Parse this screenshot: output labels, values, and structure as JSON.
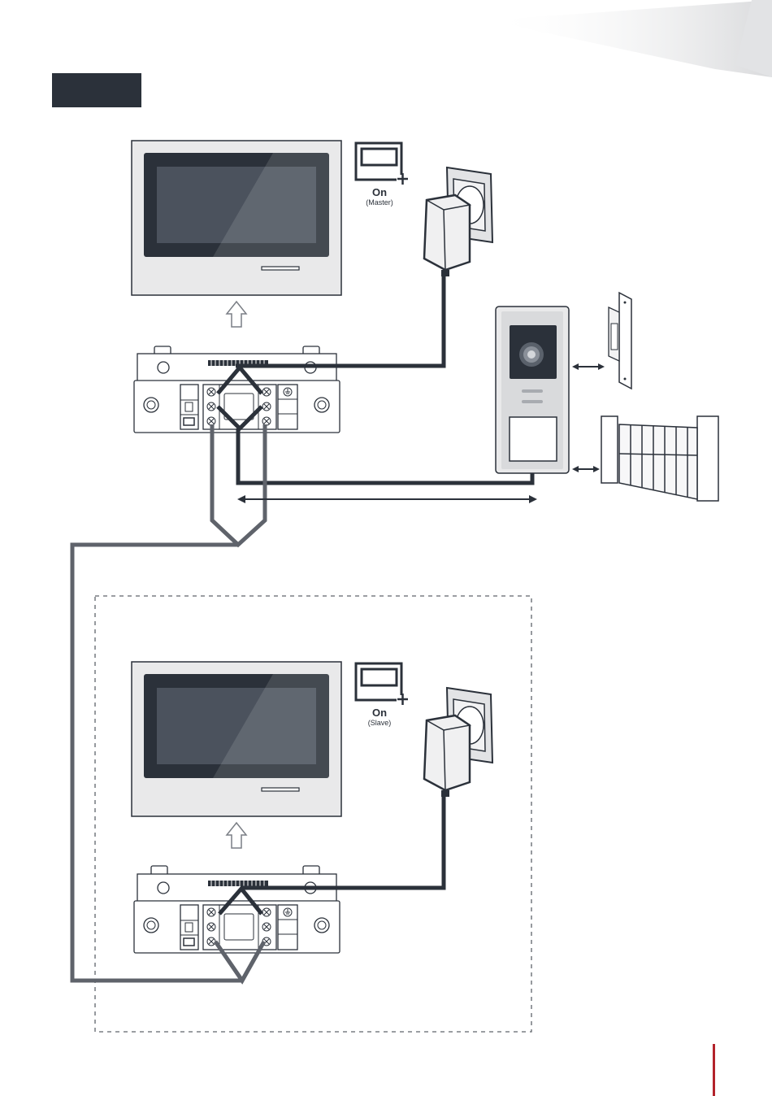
{
  "master_switch": {
    "state": "On",
    "role": "(Master)"
  },
  "slave_switch": {
    "state": "On",
    "role": "(Slave)"
  },
  "colors": {
    "dark": "#2b313a",
    "wire_gray": "#5f636b",
    "frame": "#e9e9ea",
    "screen": "#3a414c",
    "accent": "#b3232b"
  }
}
